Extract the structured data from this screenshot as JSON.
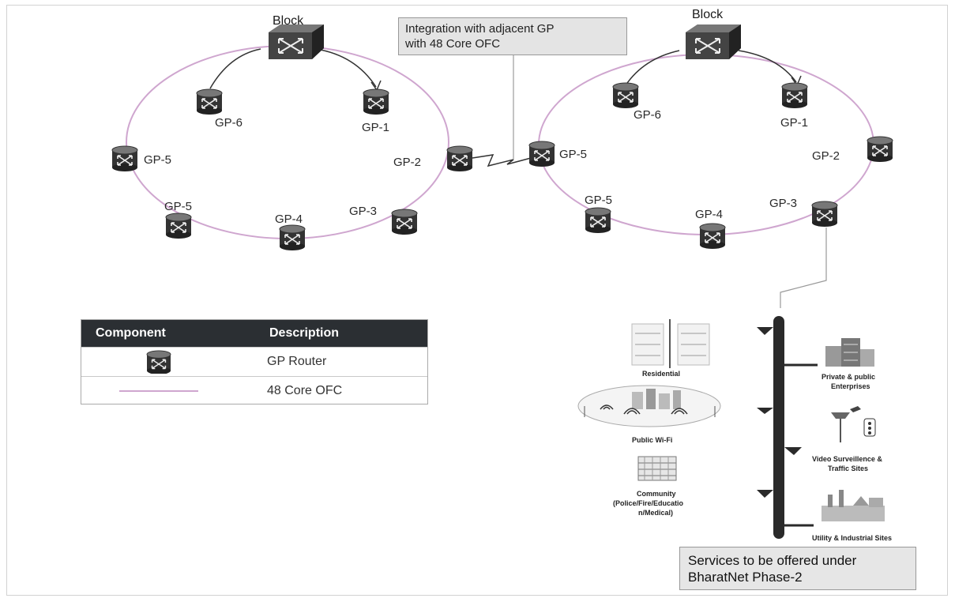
{
  "callout": {
    "line1": "Integration with adjacent GP",
    "line2": "with 48 Core OFC"
  },
  "left_ring": {
    "block_label": "Block",
    "labels": {
      "gp1": "GP-1",
      "gp2": "GP-2",
      "gp3": "GP-3",
      "gp4": "GP-4",
      "gp5a": "GP-5",
      "gp5b": "GP-5",
      "gp6": "GP-6"
    }
  },
  "right_ring": {
    "block_label": "Block",
    "labels": {
      "gp1": "GP-1",
      "gp2": "GP-2",
      "gp3": "GP-3",
      "gp4": "GP-4",
      "gp5a": "GP-5",
      "gp5b": "GP-5",
      "gp6": "GP-6"
    }
  },
  "legend": {
    "col1": "Component",
    "col2": "Description",
    "row1": "GP Router",
    "row2": "48 Core OFC"
  },
  "services": {
    "residential": "Residential",
    "public_wifi": "Public Wi-Fi",
    "community_1": "Community",
    "community_2": "(Police/Fire/Educatio",
    "community_3": "n/Medical)",
    "enterprises_1": "Private & public",
    "enterprises_2": "Enterprises",
    "video_1": "Video Surveillence &",
    "video_2": "Traffic Sites",
    "utility": "Utility & Industrial Sites"
  },
  "services_box": {
    "line1": "Services to be offered under",
    "line2": "BharatNet Phase-2"
  },
  "colors": {
    "ofc_line": "#cfa6cf",
    "router_dark": "#2e2e2e",
    "router_top": "#6a6a6a",
    "legend_header": "#2b2f33",
    "bus": "#2a2a2a"
  }
}
